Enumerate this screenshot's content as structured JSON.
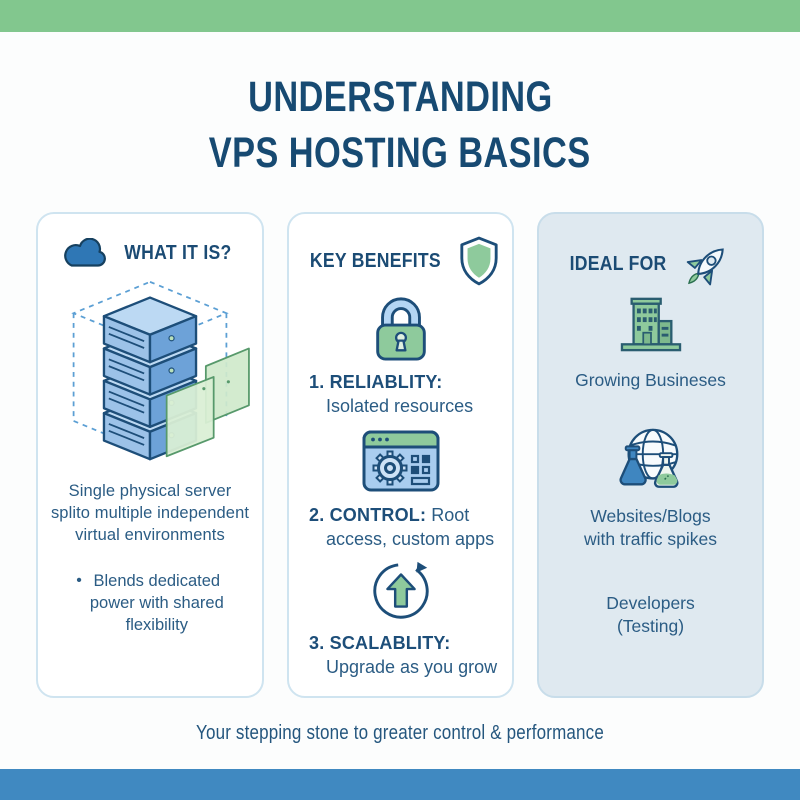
{
  "header": {
    "title_line1": "UNDERSTANDING",
    "title_line2": "VPS HOSTING BASICS"
  },
  "cards": {
    "what": {
      "header": "WHAT IT IS?",
      "icon": "cloud-icon",
      "illustration": "server-stack-illustration",
      "body_lines": [
        "Single physical server",
        "splito multiple independent",
        "virtual environments"
      ],
      "bullet_char": "•",
      "bullet_lines": [
        "Blends dedicated",
        "power with shared",
        "flexibility"
      ]
    },
    "benefits": {
      "header": "KEY BENEFITS",
      "icon": "shield-icon",
      "items": [
        {
          "icon": "padlock-icon",
          "label": "1. RELIABLITY:",
          "desc": "Isolated resources"
        },
        {
          "icon": "settings-window-icon",
          "label": "2. CONTROL:",
          "desc": "Root access, custom apps"
        },
        {
          "icon": "upgrade-arrow-icon",
          "label": "3. SCALABLITY:",
          "desc": "Upgrade as you grow"
        }
      ]
    },
    "ideal": {
      "header": "IDEAL FOR",
      "icon": "rocket-icon",
      "items": [
        {
          "icon": "building-icon",
          "lines": [
            "Growing Busineses"
          ]
        },
        {
          "icon": "globe-flasks-icon",
          "lines": [
            "Websites/Blogs",
            "with traffic spikes"
          ]
        },
        {
          "icon": null,
          "lines": [
            "Developers",
            "(Testing)"
          ]
        }
      ]
    }
  },
  "footer": {
    "tagline": "Your stepping stone to greater control & performance"
  },
  "colors": {
    "top_bar_green": "#82c78e",
    "bottom_bar_blue": "#4089c1",
    "title_navy": "#174a72",
    "body_navy": "#2b5c84",
    "icon_green": "#8eca9c",
    "icon_blue": "#3f86c0",
    "card_border": "#cfe4f0",
    "ideal_card_bg": "#dfe9f0"
  }
}
